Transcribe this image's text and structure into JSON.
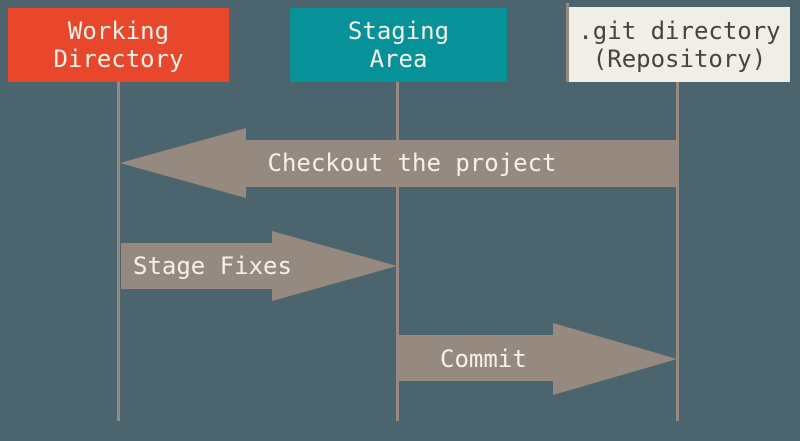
{
  "diagram": {
    "columns": [
      {
        "id": "working-directory",
        "label": "Working\nDirectory"
      },
      {
        "id": "staging-area",
        "label": "Staging\nArea"
      },
      {
        "id": "git-directory",
        "label": ".git directory\n(Repository)"
      }
    ],
    "arrows": [
      {
        "label": "Checkout the project",
        "from": "git-directory",
        "to": "working-directory",
        "direction": "left"
      },
      {
        "label": "Stage Fixes",
        "from": "working-directory",
        "to": "staging-area",
        "direction": "right"
      },
      {
        "label": "Commit",
        "from": "staging-area",
        "to": "git-directory",
        "direction": "right"
      }
    ],
    "colors": {
      "background": "#4c646d",
      "working_directory_box": "#e8472b",
      "staging_area_box": "#079199",
      "git_directory_box": "#f0efe7",
      "arrow_and_lines": "#96897f",
      "light_text": "#f3f1e9",
      "dark_text": "#49433b"
    }
  }
}
